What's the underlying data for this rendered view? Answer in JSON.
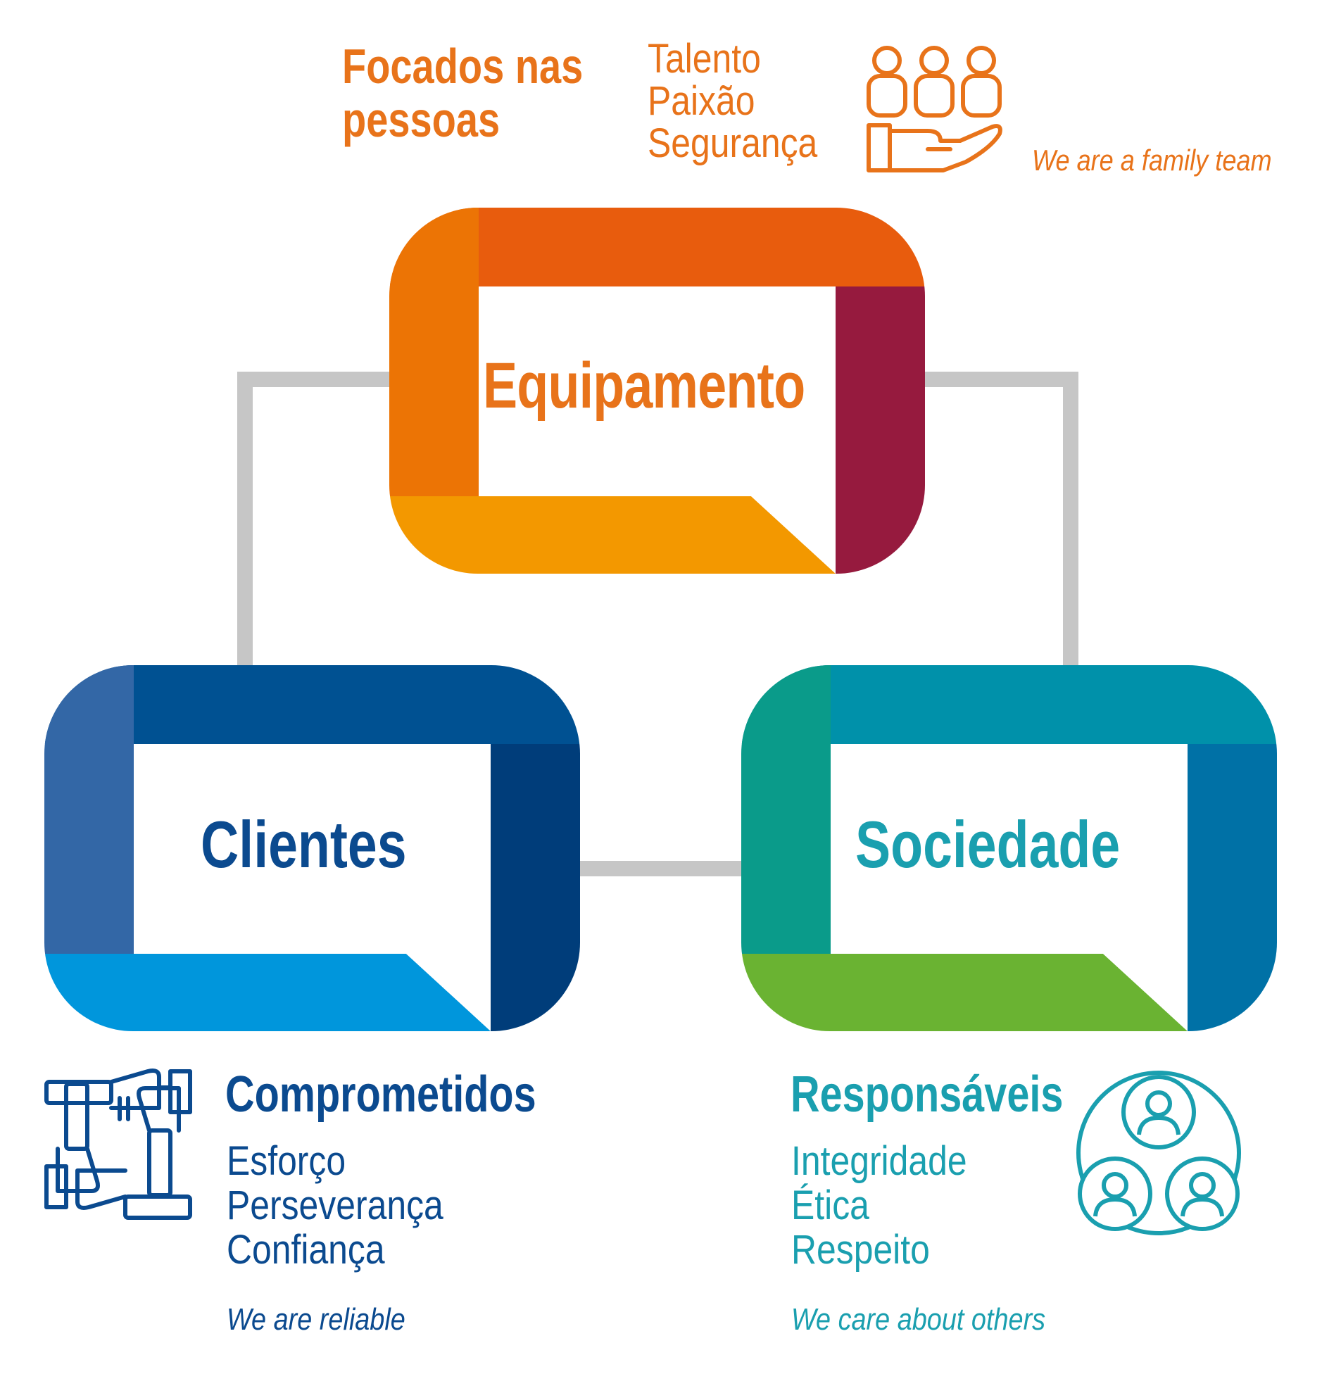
{
  "colors": {
    "orange_text": "#E8731A",
    "orange_light": "#F39800",
    "orange_mid": "#EC7405",
    "orange_dark": "#E85C0D",
    "wine": "#961A3E",
    "blue_dark_text": "#0B4A8F",
    "blue_side": "#3367A6",
    "blue_top": "#005192",
    "blue_right": "#003D7A",
    "blue_light": "#0096DC",
    "teal_text": "#1A9FAF",
    "teal_green": "#0A9B8A",
    "teal_top": "#0091AA",
    "teal_right": "#0071A6",
    "green": "#6AB332",
    "connector_gray": "#C6C6C6"
  },
  "nodes": {
    "top": {
      "label": "Equipamento"
    },
    "left": {
      "label": "Clientes"
    },
    "right": {
      "label": "Sociedade"
    }
  },
  "sections": {
    "people": {
      "heading": [
        "Focados nas",
        "pessoas"
      ],
      "values": [
        "Talento",
        "Paixão",
        "Segurança"
      ],
      "tagline": "We are a family team",
      "icon": "people-in-hand-icon"
    },
    "clients": {
      "heading": "Comprometidos",
      "values": [
        "Esforço",
        "Perseverança",
        "Confiança"
      ],
      "tagline": "We are reliable",
      "icon": "joined-hands-icon"
    },
    "society": {
      "heading": "Responsáveis",
      "values": [
        "Integridade",
        "Ética",
        "Respeito"
      ],
      "tagline": "We care about others",
      "icon": "connected-people-icon"
    }
  }
}
